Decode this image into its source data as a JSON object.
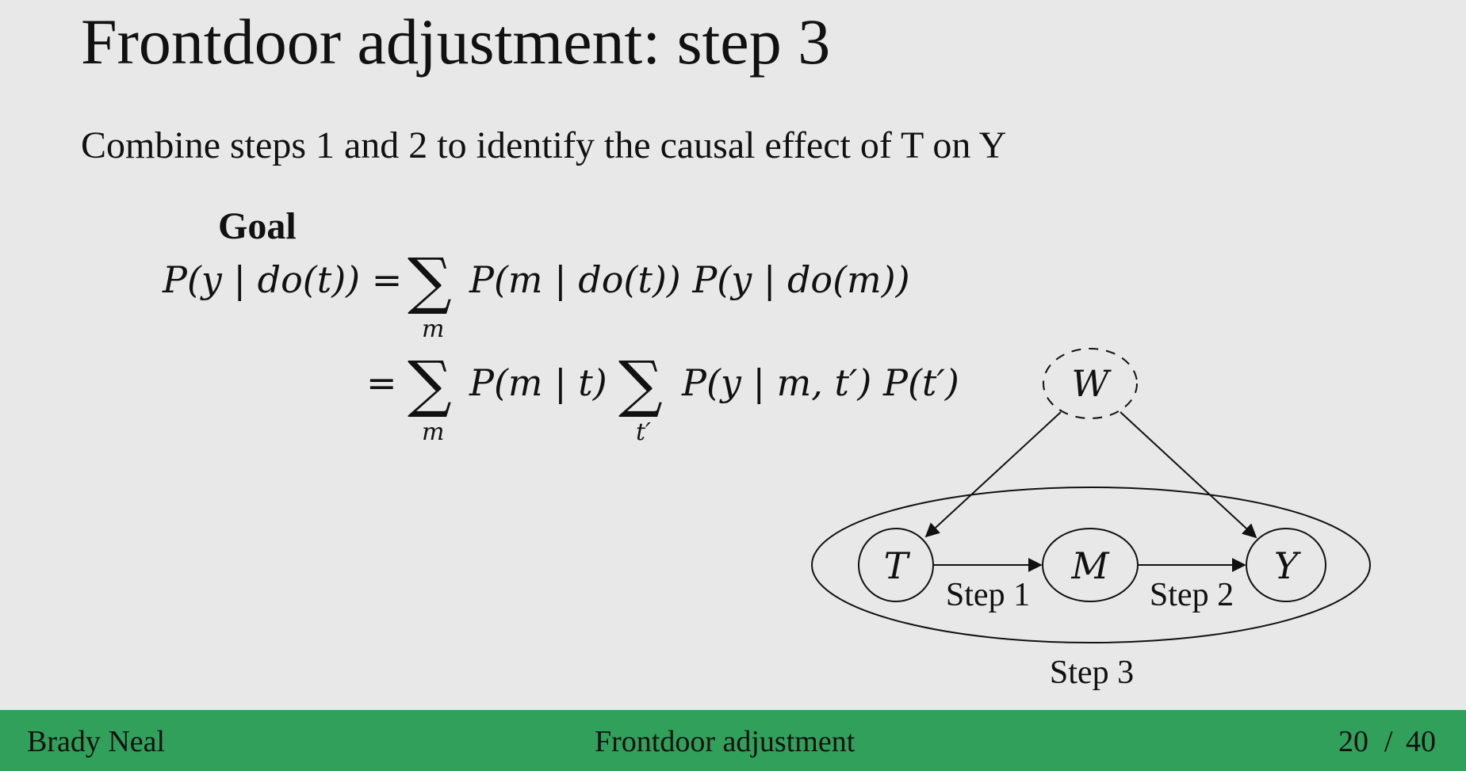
{
  "slide": {
    "title": "Frontdoor adjustment: step 3",
    "subtitle": "Combine steps 1 and 2 to identify the causal effect of T on Y",
    "goal_label": "Goal"
  },
  "equations": {
    "line1_lhs": "P(y | do(t)) =",
    "line1_sum_sub": "m",
    "line1_rhs": "P(m | do(t)) P(y | do(m))",
    "line2_eq": "=",
    "line2_sum1_sub": "m",
    "line2_mid": "P(m | t)",
    "line2_sum2_sub": "t′",
    "line2_rhs": "P(y | m, t′) P(t′)",
    "sum_symbol": "∑"
  },
  "diagram": {
    "nodes": {
      "W": "W",
      "T": "T",
      "M": "M",
      "Y": "Y"
    },
    "edge_labels": {
      "step1": "Step 1",
      "step2": "Step 2",
      "step3": "Step 3"
    },
    "observed_style": "solid",
    "unobserved_style": "dashed"
  },
  "footer": {
    "author": "Brady Neal",
    "section": "Frontdoor adjustment",
    "page_current": "20",
    "page_sep": "/",
    "page_total": "40",
    "color": "#31a05a"
  }
}
